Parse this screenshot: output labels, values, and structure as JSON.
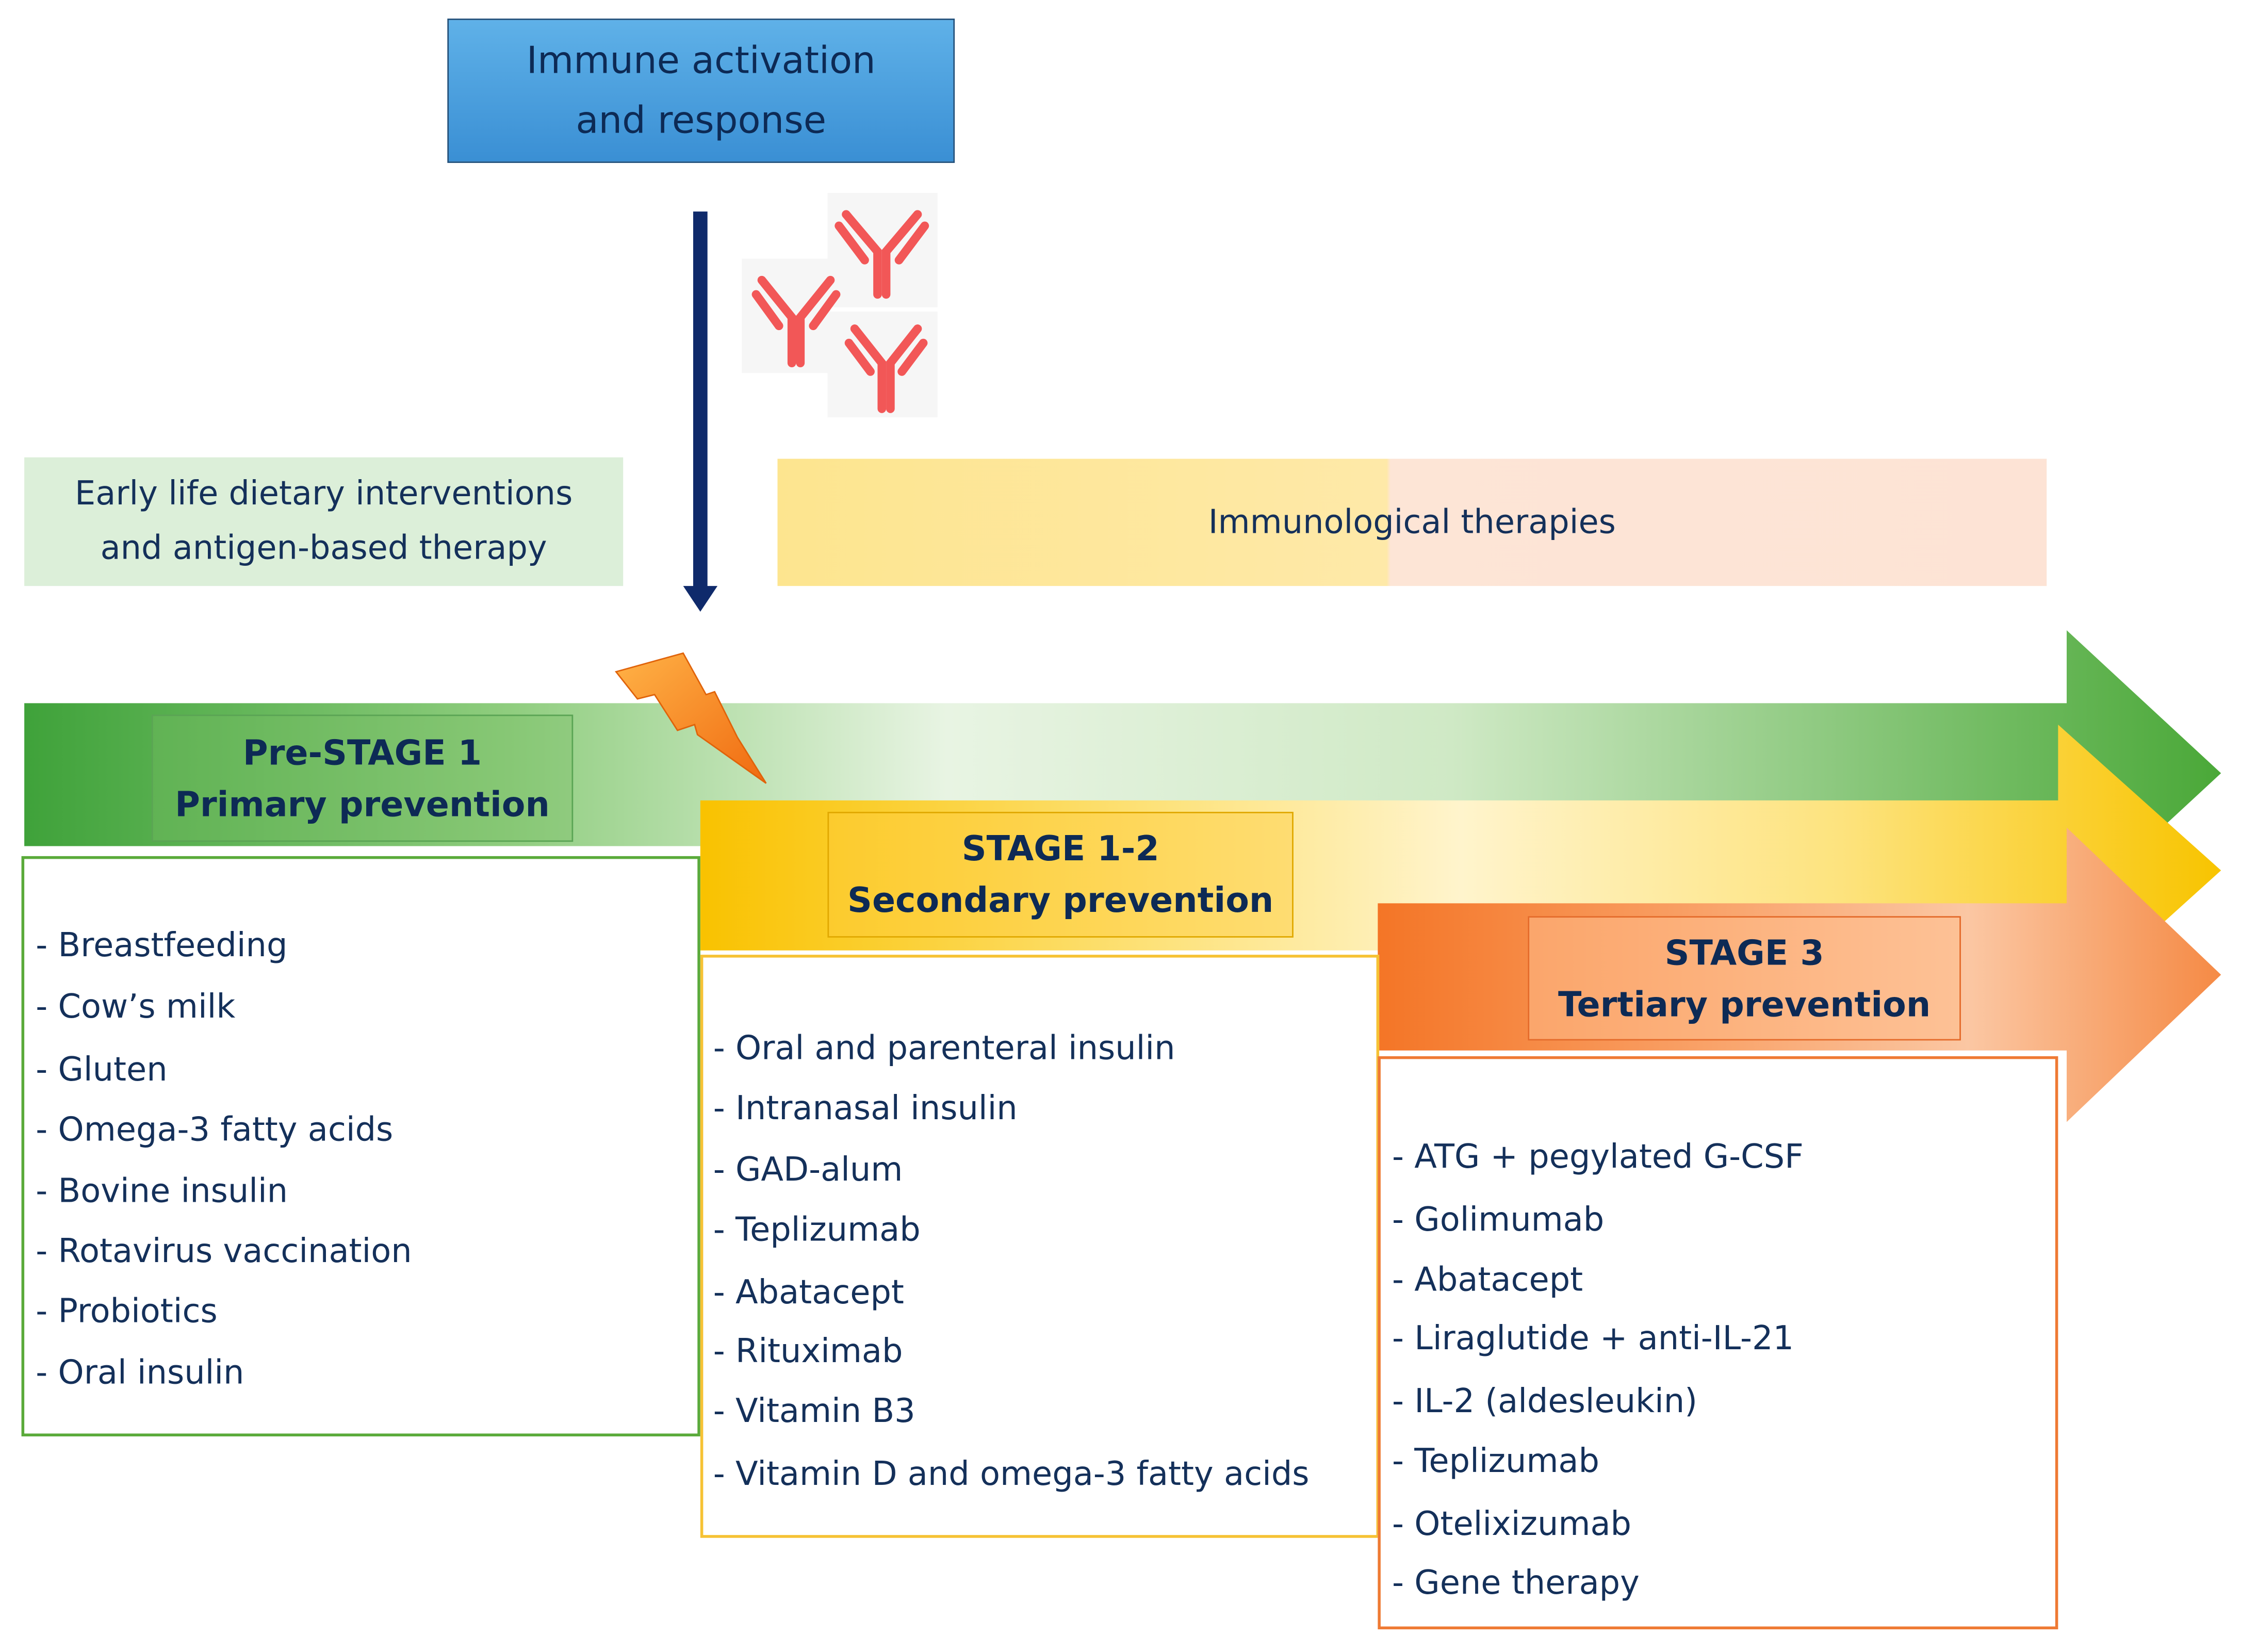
{
  "top_box": {
    "line1": "Immune activation",
    "line2": "and response"
  },
  "left_box": {
    "line1": "Early life dietary interventions",
    "line2": "and antigen-based therapy"
  },
  "immuno_box": {
    "text": "Immunological therapies"
  },
  "stages": {
    "pre": {
      "line1": "Pre-STAGE 1",
      "line2": "Primary prevention"
    },
    "s12": {
      "line1": "STAGE 1-2",
      "line2": "Secondary prevention"
    },
    "s3": {
      "line1": "STAGE 3",
      "line2": "Tertiary prevention"
    }
  },
  "lists": {
    "primary": [
      "- Breastfeeding",
      "- Cow’s milk",
      "- Gluten",
      "- Omega-3 fatty acids",
      "- Bovine insulin",
      "- Rotavirus vaccination",
      "- Probiotics",
      "- Oral insulin"
    ],
    "secondary": [
      "- Oral and parenteral insulin",
      "- Intranasal insulin",
      "- GAD-alum",
      "- Teplizumab",
      "- Abatacept",
      "- Rituximab",
      "- Vitamin B3",
      "- Vitamin D and omega-3 fatty acids"
    ],
    "tertiary": [
      "- ATG + pegylated G-CSF",
      "- Golimumab",
      "- Abatacept",
      "- Liraglutide + anti-IL-21",
      "- IL-2 (aldesleukin)",
      "- Teplizumab",
      "- Otelixizumab",
      "- Gene therapy"
    ]
  },
  "icons": {
    "antibody": "antibody-icon",
    "lightning": "lightning-bolt-icon",
    "arrow": "down-arrow-icon"
  },
  "colors": {
    "green": "#4aa838",
    "yellow": "#f8c400",
    "orange": "#f47a2c",
    "navy": "#14305a"
  }
}
